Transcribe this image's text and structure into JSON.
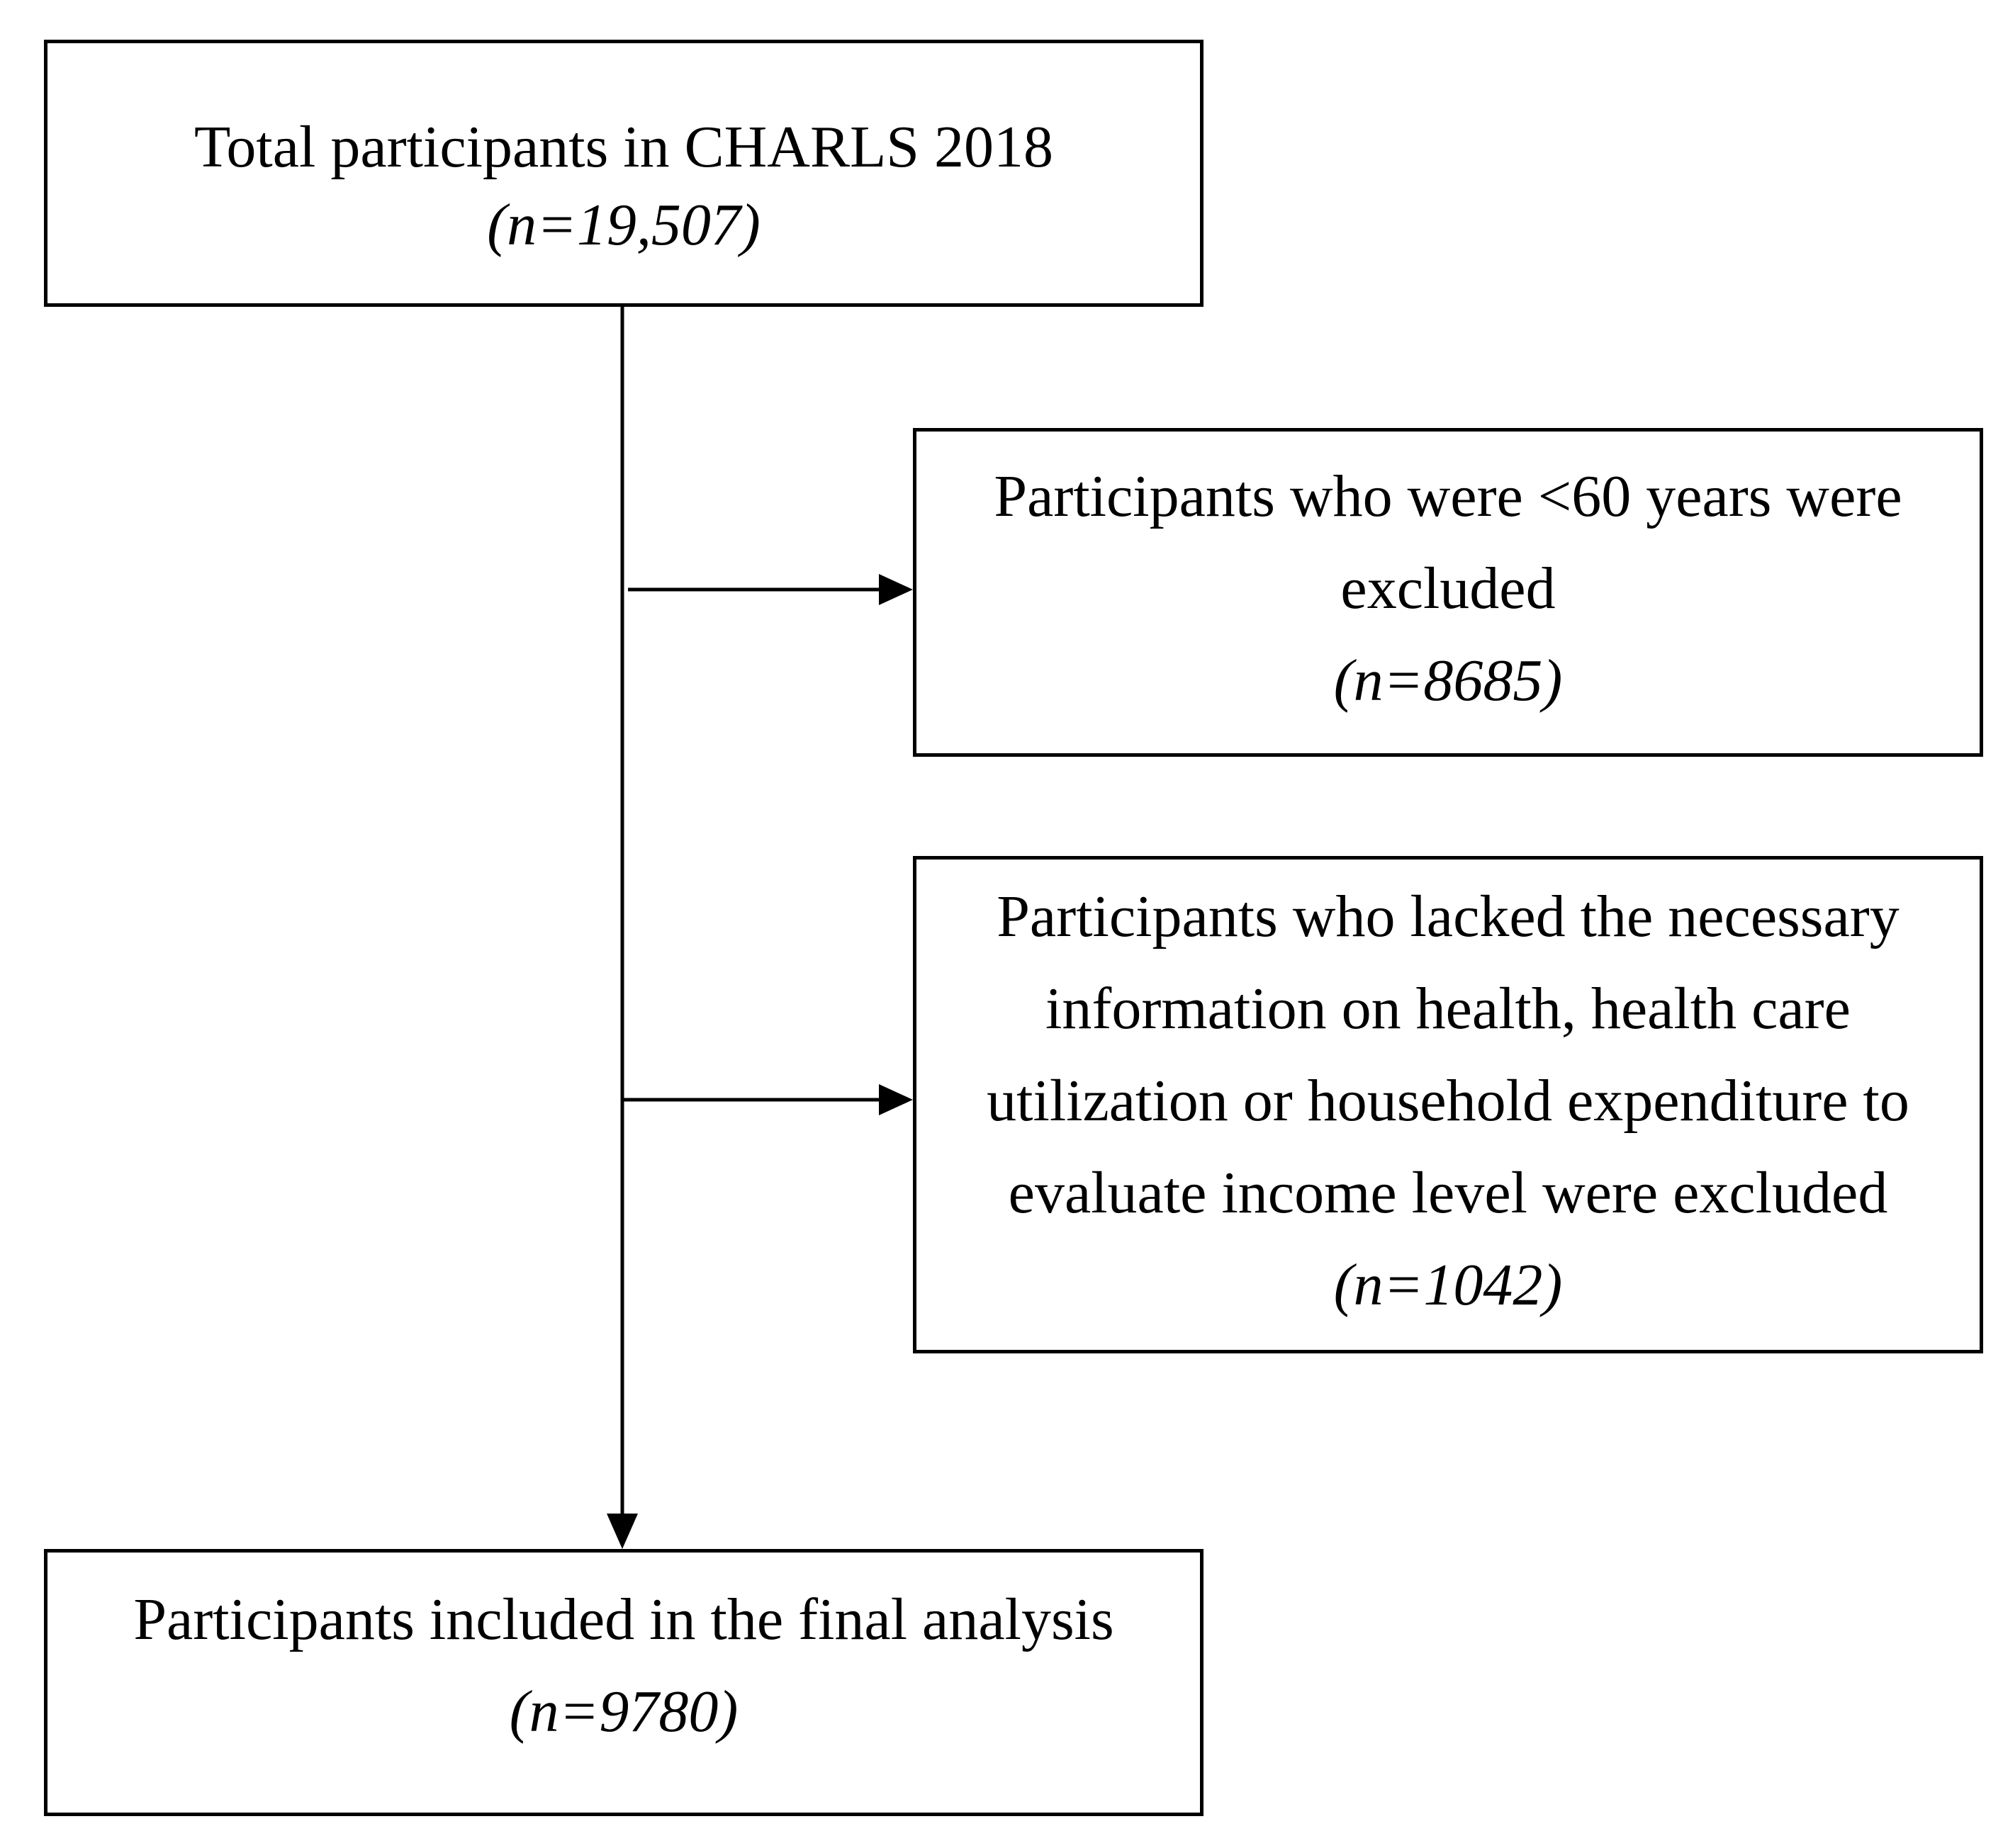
{
  "flowchart": {
    "total": {
      "label": "Total participants in CHARLS 2018",
      "count": "(n=19,507)"
    },
    "exclusion_age": {
      "label": "Participants who were <60 years were\nexcluded",
      "count": "(n=8685)"
    },
    "exclusion_missing": {
      "label": "Participants who lacked the necessary\ninformation on health, health care\nutilization or household expenditure to\nevaluate income level were excluded",
      "count": "(n=1042)"
    },
    "final": {
      "label": "Participants included in the final analysis",
      "count": "(n=9780)"
    }
  },
  "colors": {
    "stroke": "#000000",
    "background": "#ffffff"
  }
}
